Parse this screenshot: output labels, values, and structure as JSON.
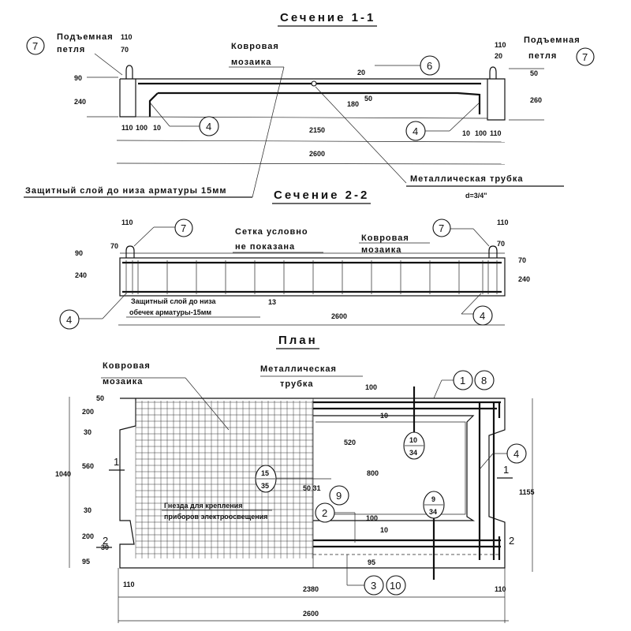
{
  "section11": {
    "title": "Сечение 1-1",
    "lifting_loop_left": [
      "Подъемная",
      "петля"
    ],
    "lifting_loop_right": [
      "Подъемная",
      "петля"
    ],
    "carpet_mosaic": [
      "Ковровая",
      "мозаика"
    ],
    "metal_tube": "Металлическая трубка",
    "tube_diameter": "d=3/4\"",
    "protective_layer": "Защитный слой до низа арматуры 15мм",
    "callouts": {
      "loop_left": "7",
      "loop_right": "7",
      "mesh": "6",
      "bar_left": "4",
      "bar_right": "4"
    },
    "dims": {
      "loop_w_left": "110",
      "loop_h_left": "70",
      "loop_w_right": "110",
      "loop_h_right": "20",
      "top_left": "90",
      "height_left": "240",
      "top_right": "50",
      "height_right": "260",
      "mid_20": "20",
      "mid_50": "50",
      "mid_180": "180",
      "l110": "110",
      "l100": "100",
      "l10": "10",
      "r10": "10",
      "r100": "100",
      "r110": "110",
      "inner": "2150",
      "total": "2600"
    }
  },
  "section22": {
    "title": "Сечение 2-2",
    "mesh_note": [
      "Сетка условно",
      "не показана"
    ],
    "carpet_mosaic": [
      "Ковровая",
      "мозаика"
    ],
    "protective_layer": [
      "Защитный слой до низа",
      "обечек арматуры-15мм"
    ],
    "callouts": {
      "loop_left": "7",
      "loop_right": "7",
      "bar_left": "4",
      "bar_right": "4"
    },
    "dims": {
      "loop_w_left": "110",
      "loop_h_left": "70",
      "loop_w_right": "110",
      "loop_h_right": "70",
      "top_left": "90",
      "height_left": "240",
      "top_right": "70",
      "height_right": "240",
      "mark_13": "13",
      "total": "2600"
    }
  },
  "plan": {
    "title": "План",
    "carpet_mosaic": [
      "Ковровая",
      "мозаика"
    ],
    "metal_tube": [
      "Металлическая",
      "трубка"
    ],
    "sockets_note": [
      "Гнезда для крепления",
      "приборов электроосвещения"
    ],
    "section_marks": {
      "left_1": "1",
      "right_1": "1",
      "left_2": "2",
      "right_2": "2"
    },
    "callouts": {
      "c1": "1",
      "c8": "8",
      "c4": "4",
      "c9": "9",
      "c2": "2",
      "c3": "3",
      "c10": "10",
      "f10_34": [
        "10",
        "34"
      ],
      "f9_34": [
        "9",
        "34"
      ],
      "f15_35": [
        "15",
        "35"
      ]
    },
    "dims": {
      "total_h": "1040",
      "d50": "50",
      "d200a": "200",
      "d30a": "30",
      "d560": "560",
      "d30b": "30",
      "d200b": "200",
      "d30c": "30",
      "d95": "95",
      "right_h": "1155",
      "d520": "520",
      "d800": "800",
      "d100a": "100",
      "d10a": "10",
      "d100b": "100",
      "d10b": "10",
      "d95b": "95",
      "d50_31": "50 31",
      "l110": "110",
      "inner": "2380",
      "r110": "110",
      "total": "2600"
    }
  }
}
